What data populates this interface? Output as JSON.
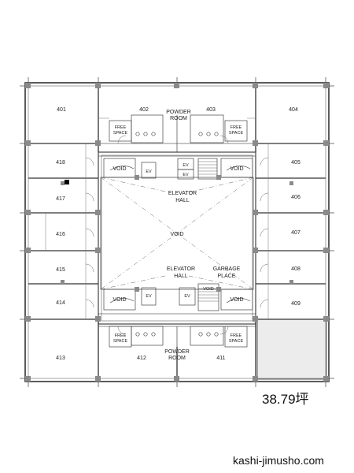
{
  "floorplan": {
    "rooms": {
      "r401": "401",
      "r402": "402",
      "r403": "403",
      "r404": "404",
      "r405": "405",
      "r406": "406",
      "r407": "407",
      "r408": "408",
      "r409": "409",
      "r411": "411",
      "r412": "412",
      "r413": "413",
      "r414": "414",
      "r415": "415",
      "r416": "416",
      "r417": "417",
      "r418": "418"
    },
    "labels": {
      "powder": "POWDER",
      "room": "ROOM",
      "free": "FREE",
      "space": "SPACE",
      "void": "VOID",
      "ev": "EV",
      "elevator": "ELEVATOR",
      "hall": "HALL",
      "garbage": "GARBAGE",
      "place": "PLACE"
    },
    "highlight_color": "#ececec"
  },
  "area_text": "38.79坪",
  "site_text": "kashi-jimusho.com"
}
